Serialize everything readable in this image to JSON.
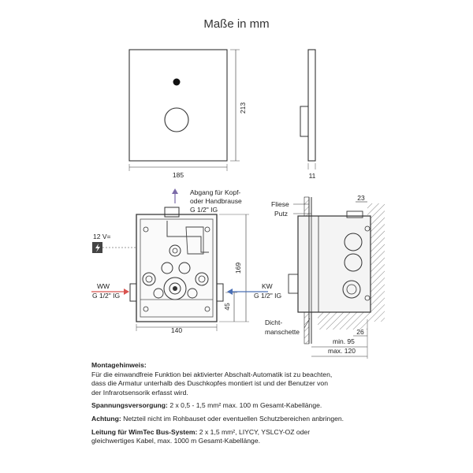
{
  "title": "Maße in mm",
  "dims": {
    "height": "213",
    "width": "185",
    "depth": "11",
    "box_height": "169",
    "box_width": "140",
    "offset_45": "45",
    "d23": "23",
    "d26": "26",
    "min95": "min. 95",
    "max120": "max. 120"
  },
  "labels": {
    "abgang_1": "Abgang für Kopf-",
    "abgang_2": "oder Handbrause",
    "abgang_3": "G 1/2\" IG",
    "voltage": "12 V=",
    "ww_1": "WW",
    "ww_2": "G 1/2\" IG",
    "kw_1": "KW",
    "kw_2": "G 1/2\" IG",
    "fliese": "Fliese",
    "putz": "Putz",
    "dicht_1": "Dicht-",
    "dicht_2": "manschette"
  },
  "notes": {
    "hint_title": "Montagehinweis:",
    "hint_1": "Für die einwandfreie Funktion bei aktivierter Abschalt-Automatik ist zu beachten,",
    "hint_2": "dass die Armatur unterhalb des Duschkopfes montiert ist und der Benutzer von",
    "hint_3": "der Infrarotsensorik erfasst wird.",
    "supply_label": "Spannungsversorgung:",
    "supply_text": " 2 x 0,5 - 1,5 mm² max. 100 m Gesamt-Kabellänge.",
    "warn_label": "Achtung:",
    "warn_text": " Netzteil nicht im Rohbauset oder eventuellen Schutzbereichen anbringen.",
    "bus_label": "Leitung für WimTec Bus-System:",
    "bus_text_1": " 2 x 1,5 mm², LIYCY, YSLCY-OZ oder",
    "bus_text_2": "gleichwertiges Kabel, max. 1000 m Gesamt-Kabellänge."
  },
  "colors": {
    "arrow_up": "#7b6aa8",
    "arrow_ww": "#d9534f",
    "arrow_kw": "#4a6fb5",
    "line": "#333333"
  }
}
